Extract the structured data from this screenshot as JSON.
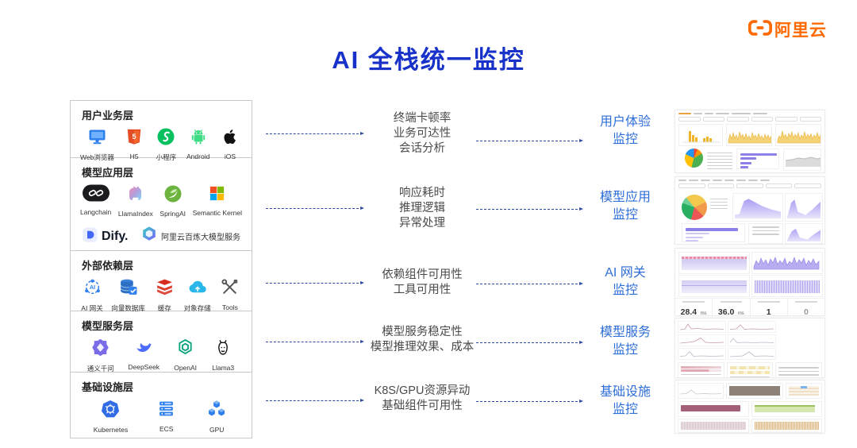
{
  "title": "AI 全栈统一监控",
  "logo": {
    "text": "阿里云",
    "icon": "alibaba-cloud-bracket-icon"
  },
  "stack": {
    "layers": [
      {
        "title": "用户业务层",
        "items": [
          {
            "label": "Web浏览器",
            "icon": "web-browser-icon"
          },
          {
            "label": "H5",
            "icon": "html5-icon"
          },
          {
            "label": "小程序",
            "icon": "mini-program-icon"
          },
          {
            "label": "Android",
            "icon": "android-icon"
          },
          {
            "label": "iOS",
            "icon": "apple-icon"
          }
        ]
      },
      {
        "title": "模型应用层",
        "items": [
          {
            "label": "Langchain",
            "icon": "langchain-icon"
          },
          {
            "label": "LlamaIndex",
            "icon": "llamaindex-icon"
          },
          {
            "label": "SpringAI",
            "icon": "spring-leaf-icon"
          },
          {
            "label": "Semantic Kernel",
            "icon": "semantic-kernel-icon"
          },
          {
            "label": "Dify.",
            "icon": "dify-icon"
          },
          {
            "label": "阿里云百炼大模型服务",
            "icon": "bailian-cube-icon"
          }
        ]
      },
      {
        "title": "外部依赖层",
        "items": [
          {
            "label": "AI 网关",
            "icon": "ai-gateway-icon"
          },
          {
            "label": "向量数据库",
            "icon": "vector-database-icon"
          },
          {
            "label": "缓存",
            "icon": "redis-cache-icon"
          },
          {
            "label": "对象存储",
            "icon": "object-storage-cloud-icon"
          },
          {
            "label": "Tools",
            "icon": "tools-icon"
          }
        ]
      },
      {
        "title": "模型服务层",
        "items": [
          {
            "label": "通义千问",
            "icon": "qianwen-icon"
          },
          {
            "label": "DeepSeek",
            "icon": "deepseek-whale-icon"
          },
          {
            "label": "OpenAI",
            "icon": "openai-icon"
          },
          {
            "label": "Llama3",
            "icon": "llama3-icon"
          }
        ]
      },
      {
        "title": "基础设施层",
        "items": [
          {
            "label": "Kubernetes",
            "icon": "kubernetes-icon"
          },
          {
            "label": "ECS",
            "icon": "ecs-server-icon"
          },
          {
            "label": "GPU",
            "icon": "gpu-icon"
          }
        ]
      }
    ]
  },
  "flows": [
    {
      "lines": [
        "终端卡顿率",
        "业务可达性",
        "会话分析"
      ],
      "monitor": "用户体验\n监控"
    },
    {
      "lines": [
        "响应耗时",
        "推理逻辑",
        "异常处理"
      ],
      "monitor": "模型应用\n监控"
    },
    {
      "lines": [
        "依赖组件可用性",
        "工具可用性"
      ],
      "monitor": "AI 网关\n监控"
    },
    {
      "lines": [
        "模型服务稳定性",
        "模型推理效果、成本"
      ],
      "monitor": "模型服务\n监控"
    },
    {
      "lines": [
        "K8S/GPU资源异动",
        "基础组件可用性"
      ],
      "monitor": "基础设施\n监控"
    }
  ],
  "dashboards": {
    "gateway_metrics": [
      {
        "value": "28.4",
        "unit": "ms"
      },
      {
        "value": "36.0",
        "unit": "ms"
      },
      {
        "value": "1",
        "unit": ""
      },
      {
        "value": "0",
        "unit": ""
      }
    ]
  },
  "colors": {
    "title_blue": "#1832c9",
    "monitor_blue": "#2e6ed8",
    "logo_orange": "#ff6a00",
    "arrow_navy": "#2b4aa0"
  }
}
